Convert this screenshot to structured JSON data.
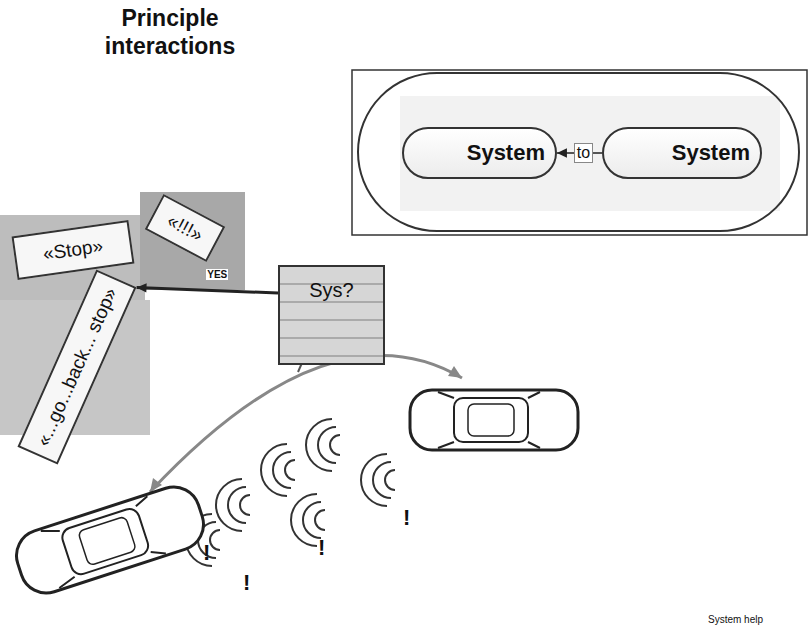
{
  "diagram": {
    "title": "Principle interactions",
    "nodes": [
      {
        "text": []
      },
      {
        "text": [
          "System"
        ],
        "in": 0
      },
      {
        "text": [
          "System"
        ],
        "in": 0
      },
      {
        "text": [
          "«Stop»"
        ]
      },
      {
        "text": [
          "«!!!»"
        ]
      },
      {
        "text": [
          "«...go...back... stop»"
        ]
      },
      {
        "text": [
          "Sys?"
        ]
      }
    ],
    "edges": [
      {
        "from": 2,
        "to": 1,
        "arrow": "to",
        "label": "to"
      },
      {
        "from": 6,
        "to": 5,
        "arrow": "to",
        "label": "YES"
      }
    ],
    "labels": [
      "!",
      "!",
      "!",
      "!",
      "System help"
    ]
  }
}
